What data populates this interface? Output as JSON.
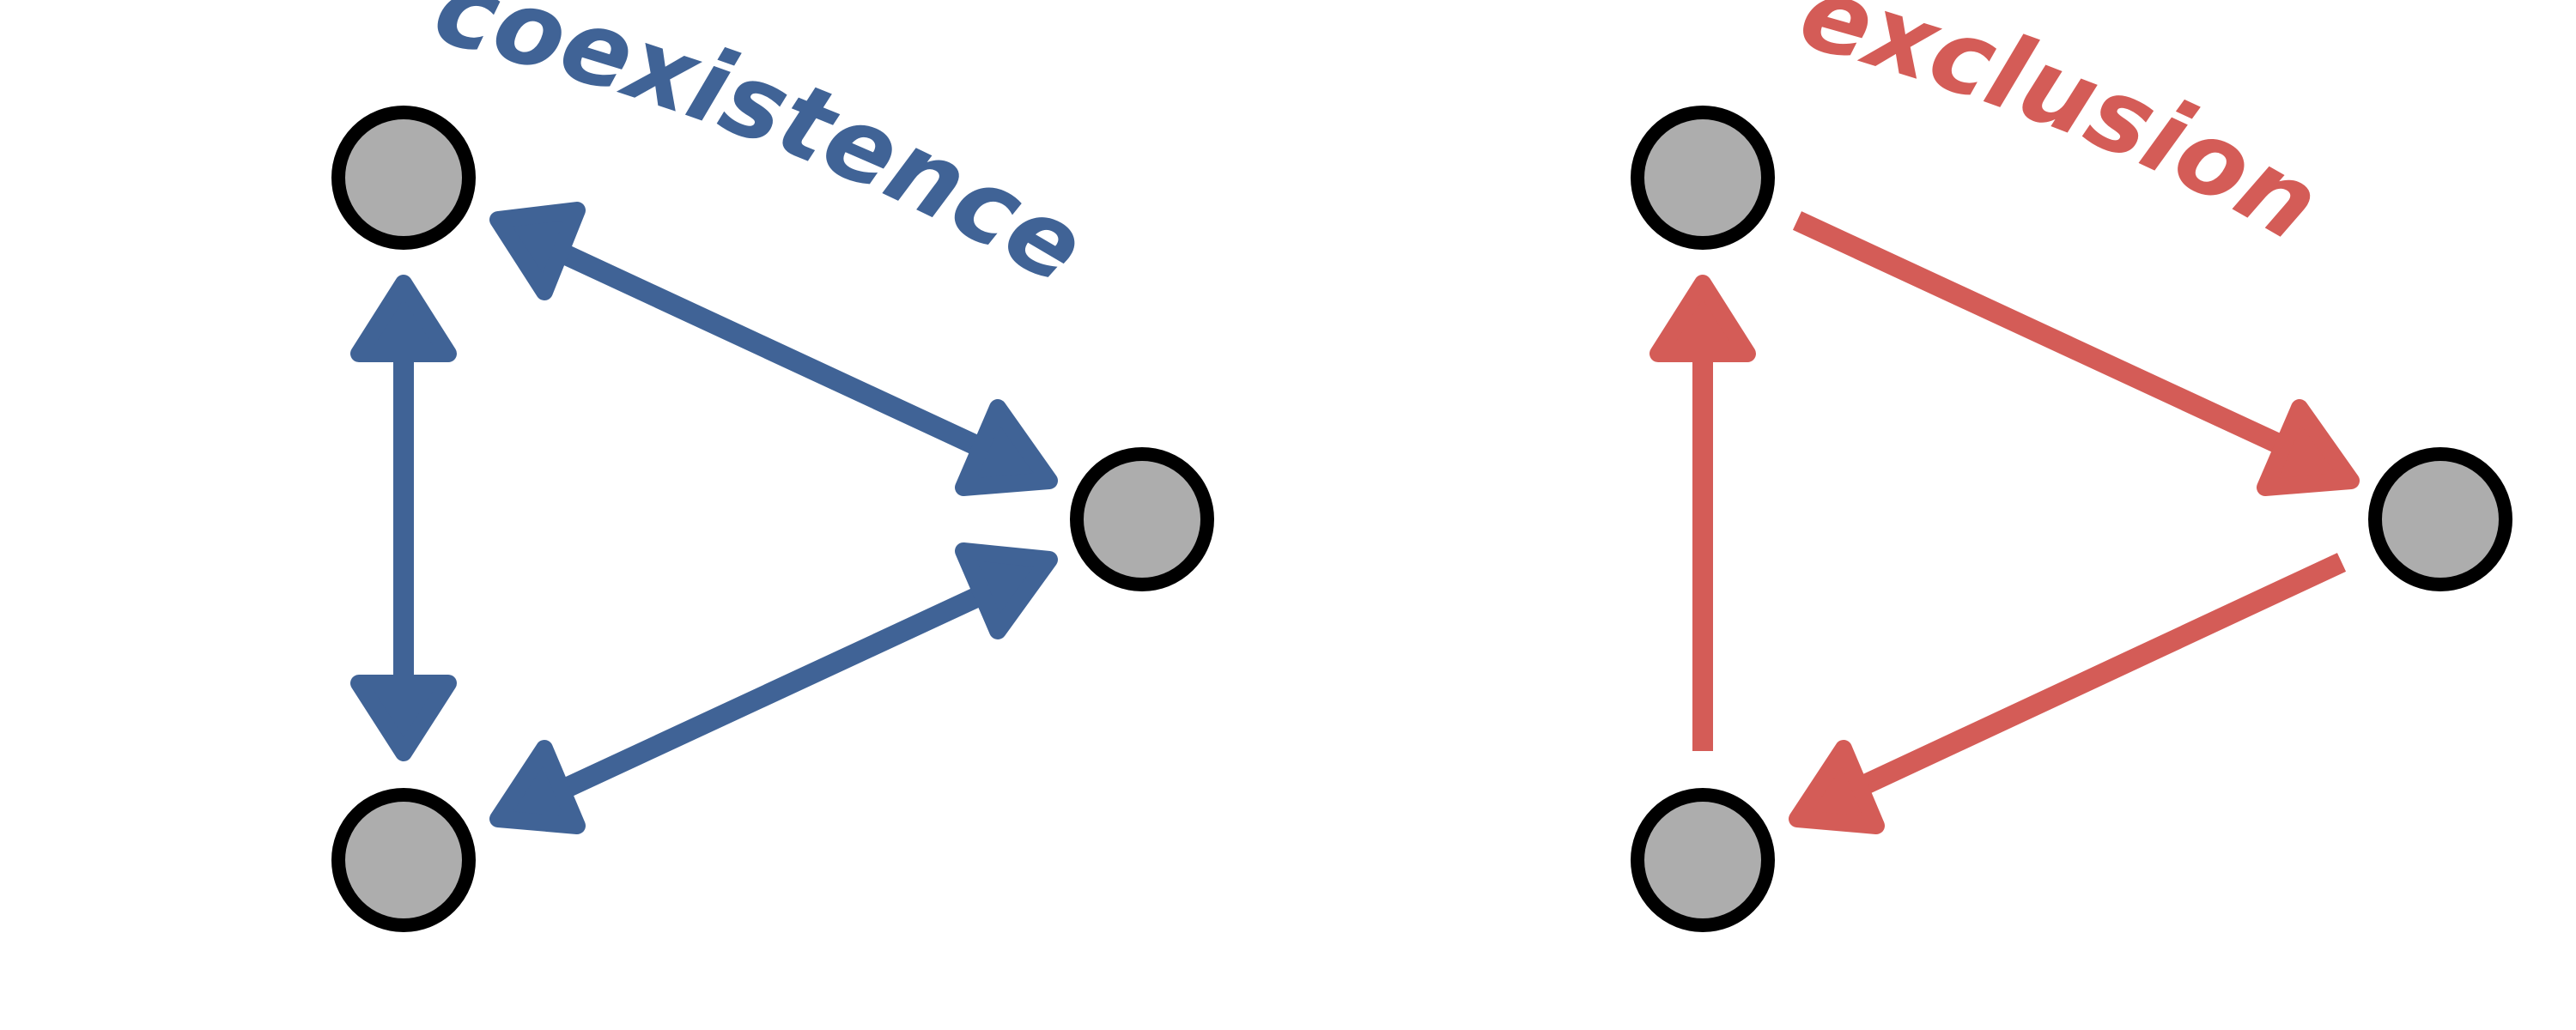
{
  "colors": {
    "blue": "#406396",
    "red": "#d45c57",
    "node_fill": "#adadad",
    "node_stroke": "#000000"
  },
  "diagrams": {
    "coexistence": {
      "label": "coexistence",
      "arrows": [
        "bidirectional",
        "bidirectional",
        "bidirectional"
      ]
    },
    "exclusion": {
      "label": "exclusion",
      "arrows": [
        "directed",
        "directed",
        "directed"
      ]
    }
  }
}
